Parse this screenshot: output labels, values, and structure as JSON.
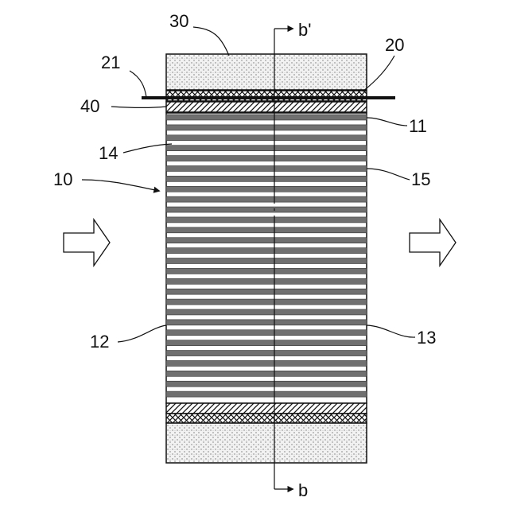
{
  "labels": {
    "top_block": "30",
    "lead": "21",
    "top_electrode": "20",
    "insulator": "40",
    "top_plate": "11",
    "gap": "14",
    "stack": "10",
    "plate": "15",
    "left_side": "12",
    "right_side": "13",
    "section_top": "b'",
    "section_bottom": "b"
  },
  "plate_count": 28,
  "colors": {
    "plate": "#707070",
    "line": "#111111",
    "background": "#ffffff"
  }
}
